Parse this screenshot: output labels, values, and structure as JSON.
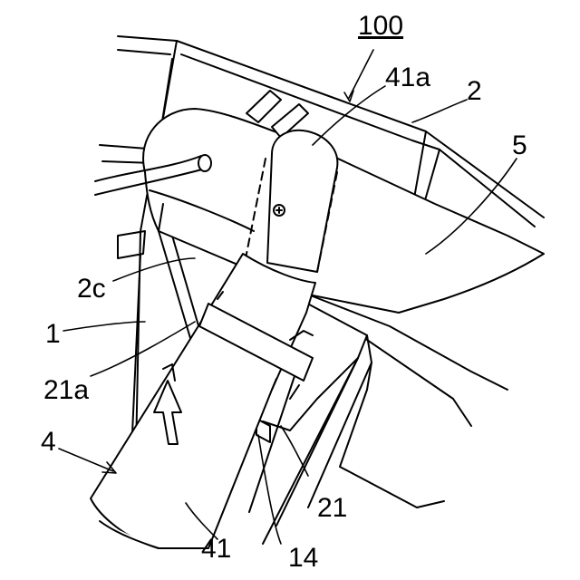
{
  "figure": {
    "title": "100",
    "labels": {
      "l41a": "41a",
      "l2": "2",
      "l5": "5",
      "l2c": "2c",
      "l1": "1",
      "l21a": "21a",
      "l4": "4",
      "l21": "21",
      "l41": "41",
      "l14": "14"
    }
  }
}
